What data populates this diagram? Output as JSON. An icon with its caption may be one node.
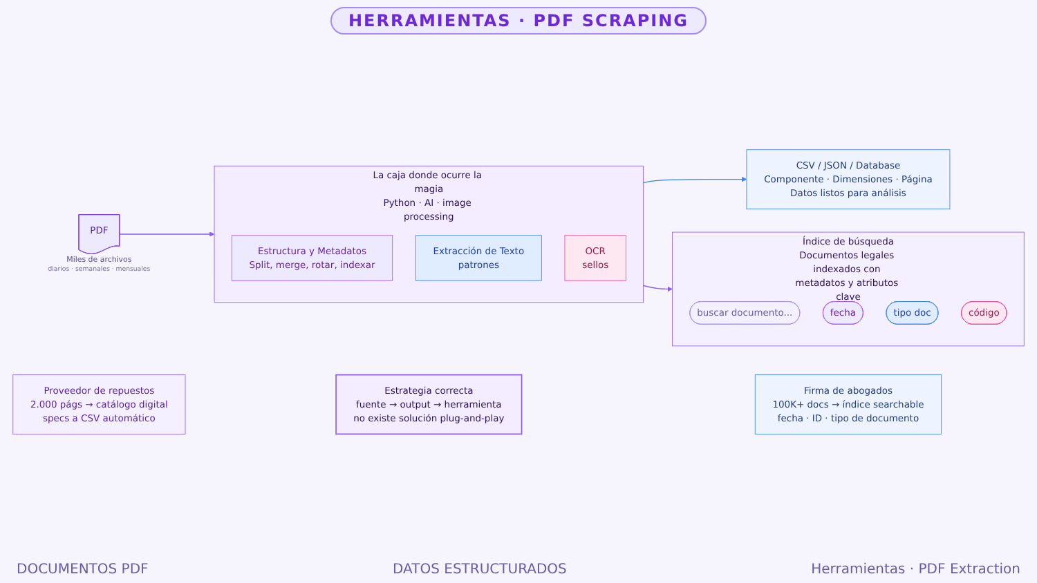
{
  "diagram": {
    "title": "HERRAMIENTAS · PDF SCRAPING",
    "nodes": [
      {
        "text": [
          "PDF"
        ],
        "beside": [
          "Miles de archivos",
          "diarios · semanales · mensuales"
        ]
      },
      {
        "text": [
          "La caja donde ocurre la magia",
          "Python · AI · image processing"
        ]
      },
      {
        "text": [
          "Estructura y Metadatos",
          "Split, merge, rotar, indexar"
        ],
        "in": 1
      },
      {
        "text": [
          "Extracción de Texto",
          "patrones"
        ],
        "in": 1
      },
      {
        "text": [
          "OCR",
          "sellos"
        ],
        "in": 1
      },
      {
        "text": [
          "CSV / JSON / Database",
          "Componente · Dimensiones · Página",
          "Datos listos para análisis"
        ]
      },
      {
        "text": [
          "Índice de búsqueda",
          "Documentos legales indexados con metadatos y atributos clave"
        ]
      },
      {
        "text": [
          "buscar documento..."
        ],
        "in": 6
      },
      {
        "text": [
          "fecha"
        ],
        "in": 6
      },
      {
        "text": [
          "tipo doc"
        ],
        "in": 6
      },
      {
        "text": [
          "código"
        ],
        "in": 6
      },
      {
        "text": [
          "Proveedor de repuestos",
          "2.000 págs → catálogo digital",
          "specs a CSV automático"
        ]
      },
      {
        "text": [
          "Estrategia correcta",
          "fuente → output → herramienta",
          "no existe solución plug-and-play"
        ]
      },
      {
        "text": [
          "Firma de abogados",
          "100K+ docs → índice searchable",
          "fecha · ID · tipo de documento"
        ]
      }
    ],
    "edges": [
      {
        "from": 0,
        "to": 1,
        "arrow": "to"
      },
      {
        "from": 1,
        "to": 5,
        "arrow": "to",
        "color": "#3b82f6"
      },
      {
        "from": 1,
        "to": 6,
        "arrow": "to"
      }
    ],
    "labels": [
      "DOCUMENTOS PDF",
      "DATOS ESTRUCTURADOS",
      "Herramientas · PDF Extraction"
    ]
  }
}
